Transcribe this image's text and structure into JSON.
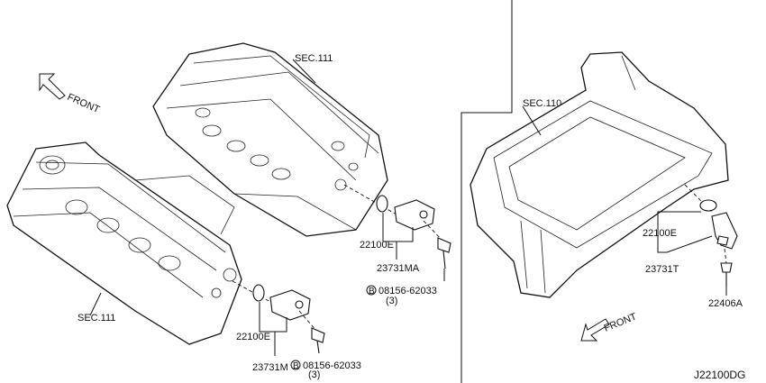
{
  "labels": {
    "sec111_top": "SEC.111",
    "sec111_bottom": "SEC.111",
    "sec110": "SEC.110",
    "front_left": "FRONT",
    "front_right": "FRONT",
    "part_22100E_a": "22100E",
    "part_22100E_b": "22100E",
    "part_22100E_c": "22100E",
    "part_23731MA": "23731MA",
    "part_23731M": "23731M",
    "part_23731T": "23731T",
    "part_22406A": "22406A",
    "bolt_ref_a": "08156-62033",
    "bolt_qty_a": "(3)",
    "bolt_ref_b": "08156-62033",
    "bolt_qty_b": "(3)",
    "bolt_marker": "B",
    "diagram_code": "J22100DG"
  }
}
